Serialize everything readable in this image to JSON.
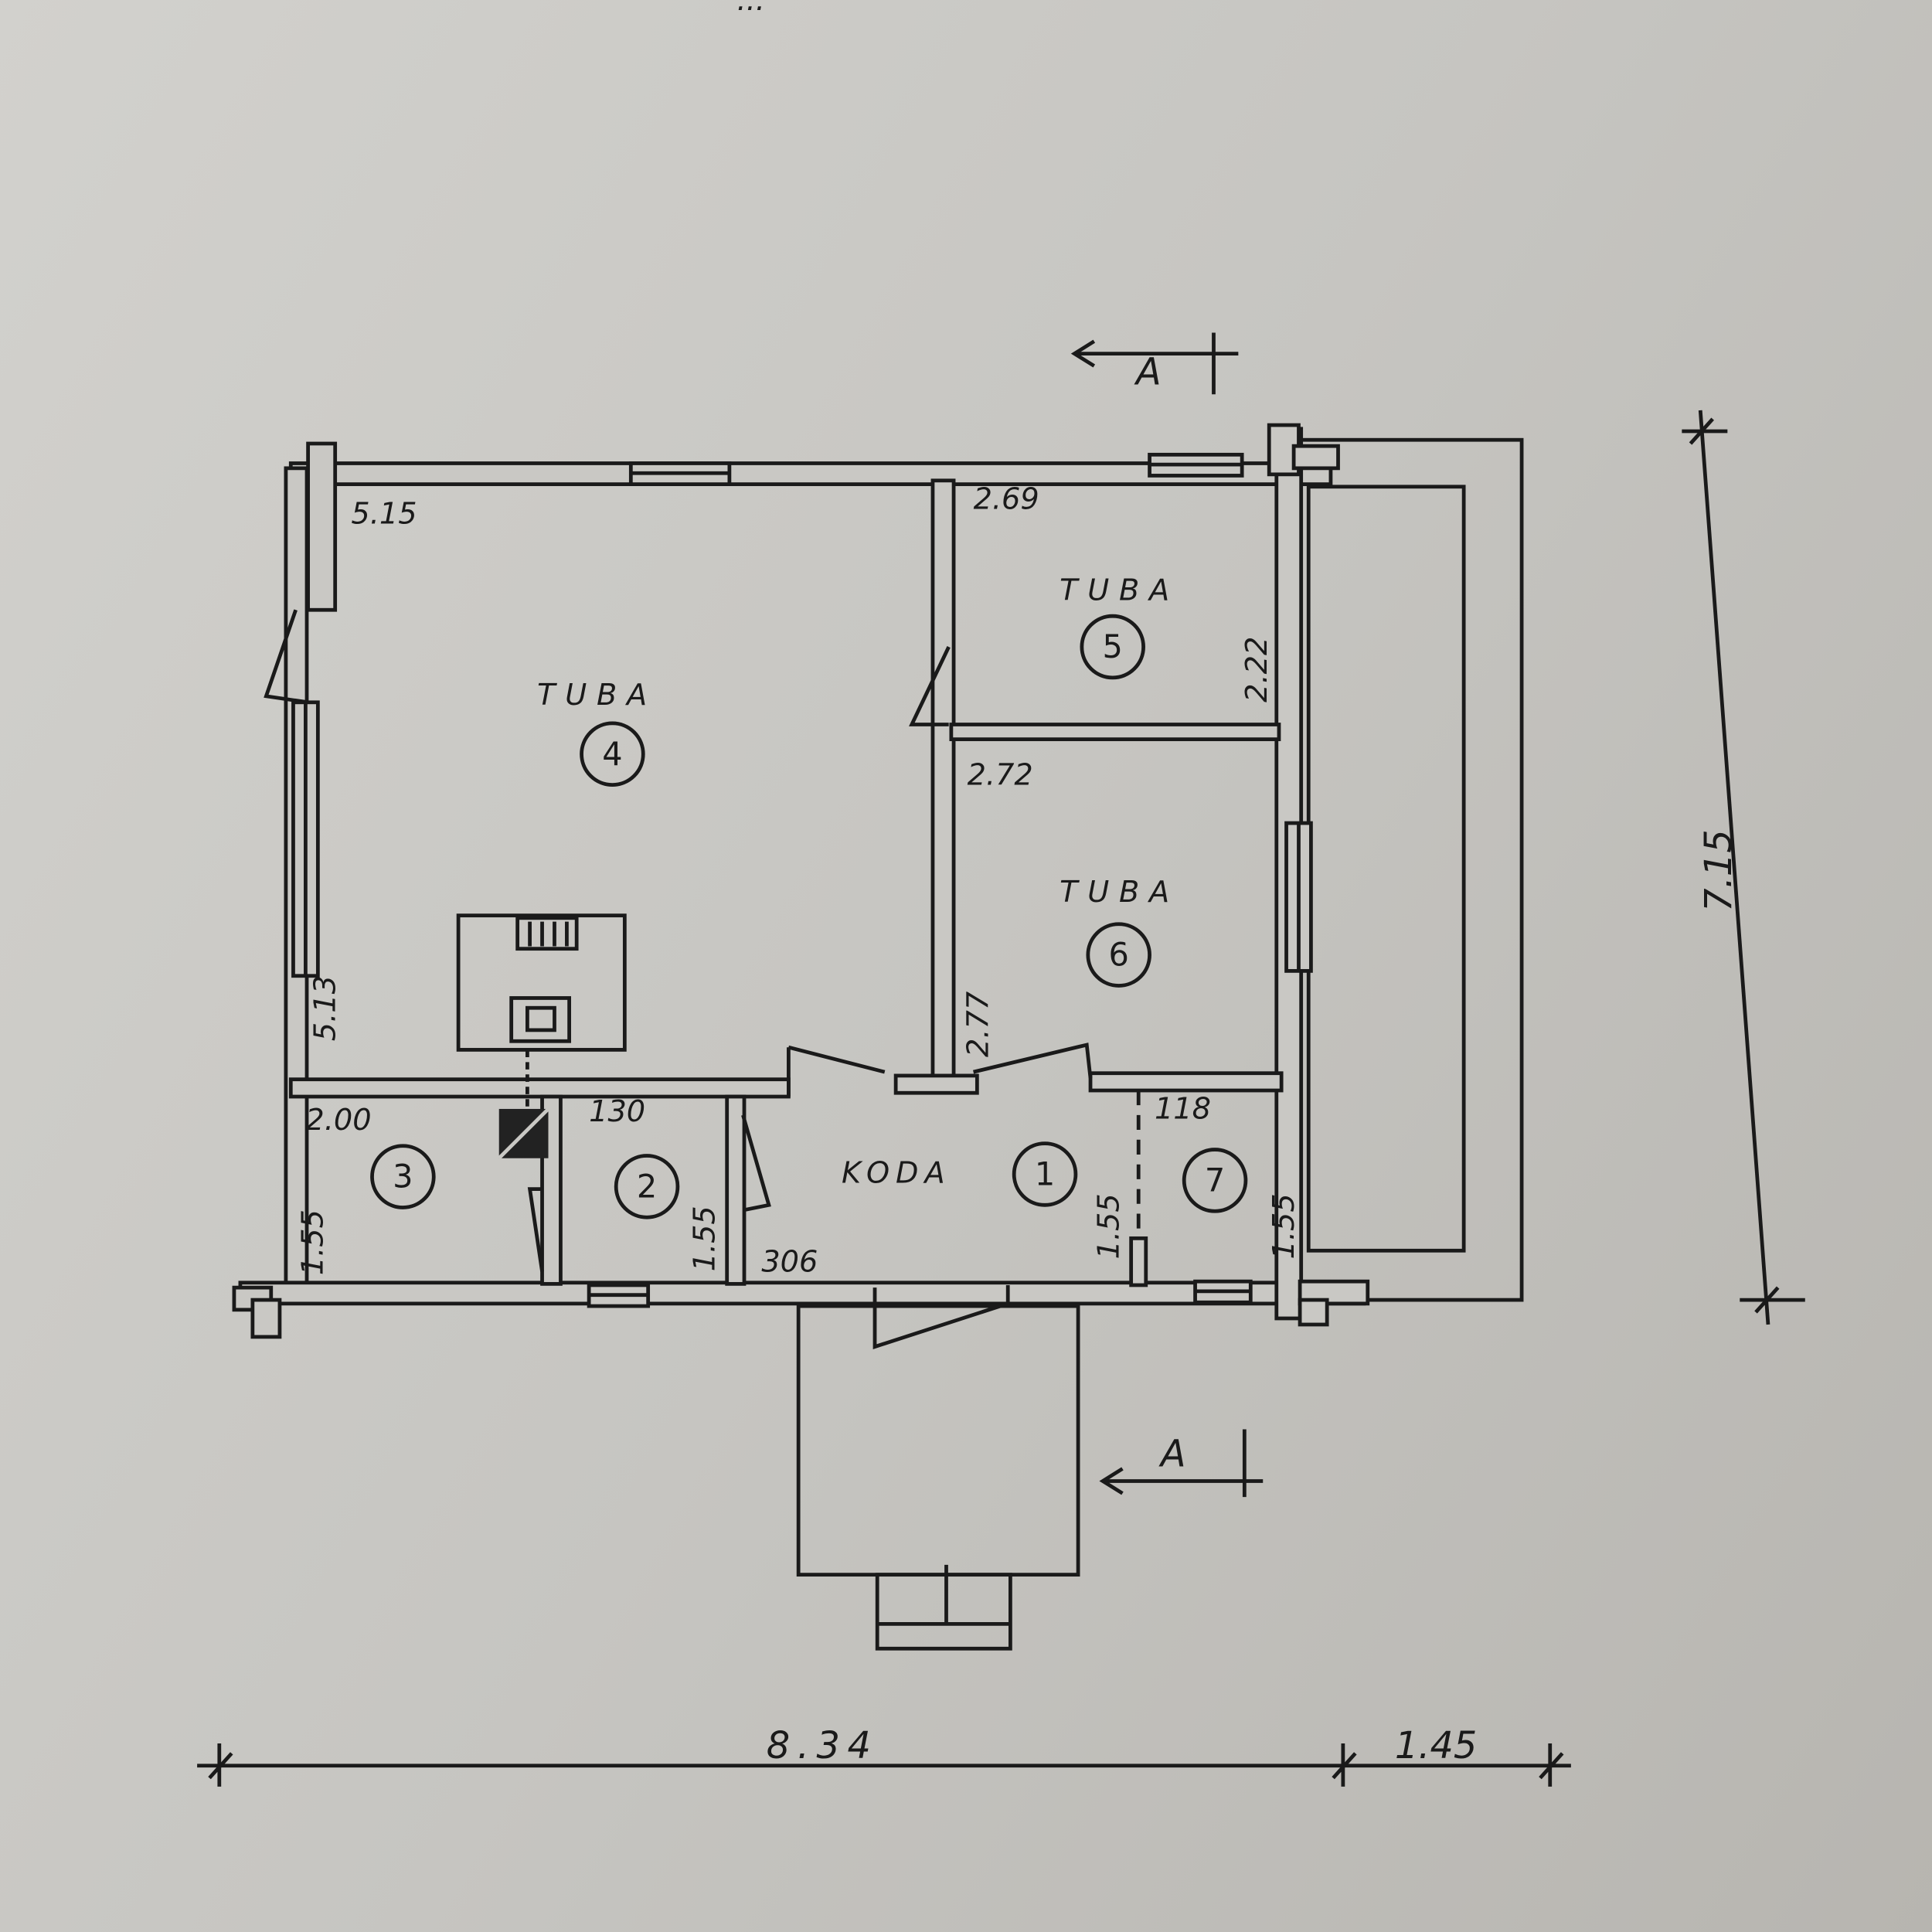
{
  "plan": {
    "header_fragment": "...",
    "rooms": [
      {
        "id": "1",
        "name": "KODA"
      },
      {
        "id": "2",
        "name": ""
      },
      {
        "id": "3",
        "name": ""
      },
      {
        "id": "4",
        "name": "TUBA"
      },
      {
        "id": "5",
        "name": "TUBA"
      },
      {
        "id": "6",
        "name": "TUBA"
      },
      {
        "id": "7",
        "name": ""
      }
    ],
    "dimensions": {
      "room4_width": "5.15",
      "room4_height": "5.13",
      "room5_width": "2.69",
      "room5_height": "2.22",
      "room6_width": "2.72",
      "room6_height": "2.77",
      "room3_width": "2.00",
      "room3_height": "1.55",
      "room2_width": "130",
      "room2_height": "1.55",
      "room1_width": "306",
      "room1_height": "1.55",
      "room7_width": "118",
      "room7_height": "1.55",
      "overall_width": "8.34",
      "veranda_width": "1.45",
      "overall_depth": "7.15"
    },
    "section_marks": [
      "A",
      "A"
    ]
  }
}
